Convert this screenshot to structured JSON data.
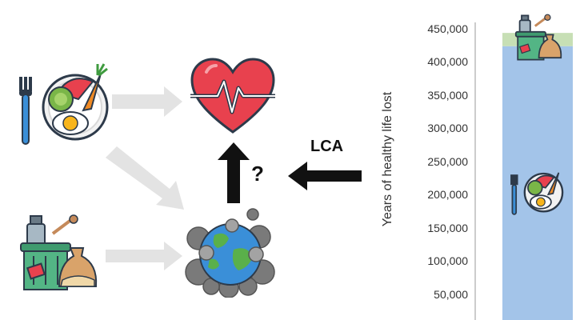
{
  "diagram": {
    "lca_label": "LCA",
    "question_mark": "?",
    "icons": {
      "food_plate": "food-plate-icon",
      "heart": "heartbeat-icon",
      "waste": "food-waste-bin-icon",
      "planet": "polluted-earth-icon"
    },
    "colors": {
      "heart_red": "#e8414e",
      "arrow_gray": "#e3e3e3",
      "arrow_black": "#111111"
    }
  },
  "chart_data": {
    "type": "bar",
    "ylabel": "Years of healthy life lost",
    "ylim": [
      0,
      450000
    ],
    "y_ticks": [
      "50,000",
      "100,000",
      "150,000",
      "200,000",
      "250,000",
      "300,000",
      "350,000",
      "400,000",
      "450,000"
    ],
    "series": [
      {
        "segment": "diet",
        "icon": "food-plate-icon",
        "value": 425000,
        "color": "#a3c4e9"
      },
      {
        "segment": "food waste",
        "icon": "food-waste-bin-icon",
        "value": 20000,
        "color": "#c7dfb5"
      }
    ]
  }
}
